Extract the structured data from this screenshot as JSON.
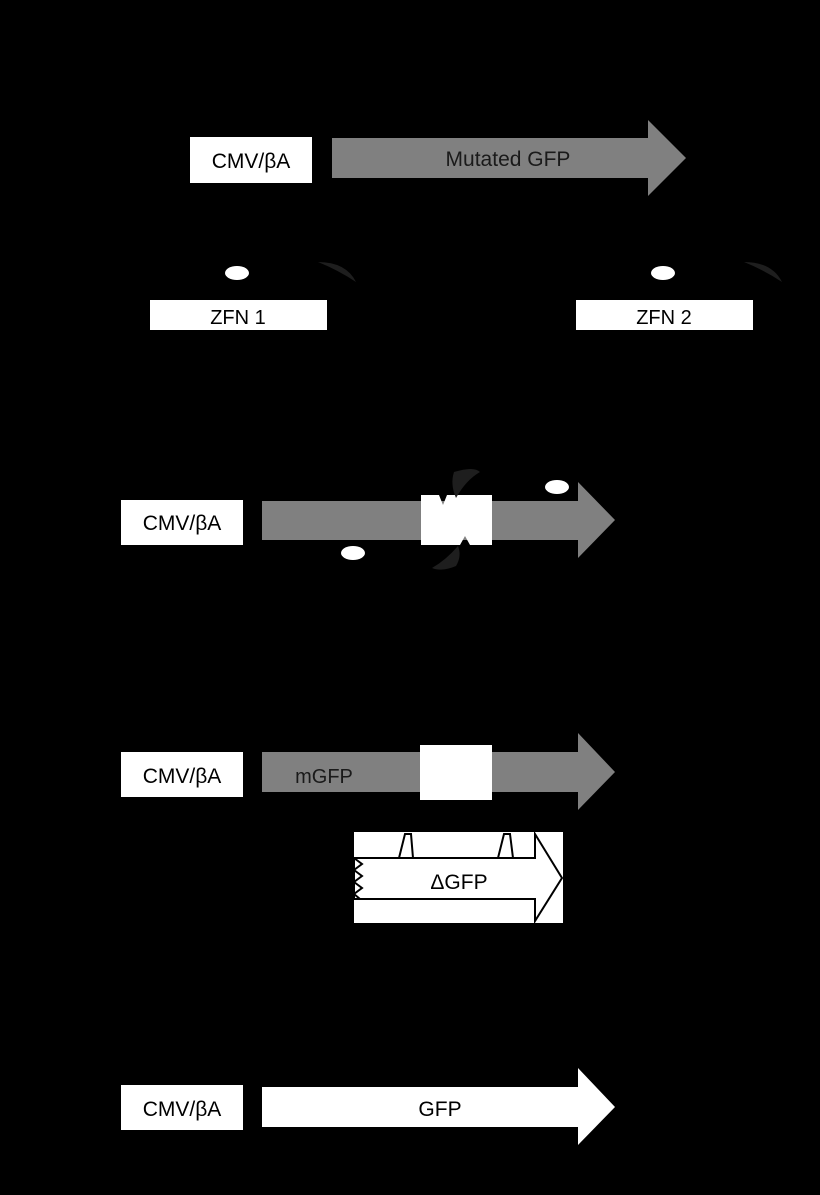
{
  "colors": {
    "background": "#000000",
    "box_fill": "#ffffff",
    "gene_gray": "#808080",
    "text": "#000000",
    "text_on_gray": "#1a1a1a"
  },
  "step1": {
    "promoter_label": "CMV/βA",
    "gene_label": "Mutated GFP"
  },
  "zfns": {
    "zfn1_label": "ZFN 1",
    "zfn2_label": "ZFN 2"
  },
  "step2": {
    "promoter_label": "CMV/βA"
  },
  "step3": {
    "promoter_label": "CMV/βA",
    "gene_label": "mGFP",
    "donor_label": "ΔGFP"
  },
  "step4": {
    "promoter_label": "CMV/βA",
    "gene_label": "GFP"
  }
}
